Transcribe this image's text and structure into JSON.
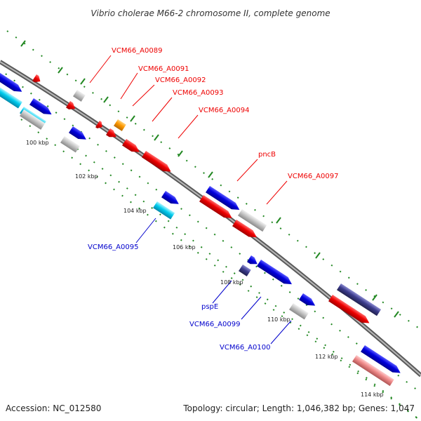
{
  "title": "Vibrio cholerae M66-2 chromosome II, complete genome",
  "footer": {
    "accession": "Accession: NC_012580",
    "stats": "Topology: circular; Length: 1,046,382 bp; Genes: 1,047"
  },
  "ticks": [
    "100 kbp",
    "102 kbp",
    "104 kbp",
    "106 kbp",
    "108 kbp",
    "110 kbp",
    "112 kbp",
    "114 kbp"
  ],
  "labels": {
    "vcm66_a0089": "VCM66_A0089",
    "vcm66_a0091": "VCM66_A0091",
    "vcm66_a0092": "VCM66_A0092",
    "vcm66_a0093": "VCM66_A0093",
    "vcm66_a0094": "VCM66_A0094",
    "pncb": "pncB",
    "vcm66_a0097": "VCM66_A0097",
    "vcm66_a0095": "VCM66_A0095",
    "pspe": "pspE",
    "vcm66_a0099": "VCM66_A0099",
    "vcm66_a0100": "VCM66_A0100"
  },
  "colors": {
    "backbone": "#8c8c8c",
    "forward_gene": "#ee0000",
    "reverse_gene": "#0000dd",
    "rna_cyan": "#00ccee",
    "gray_feature": "#bbbbbb",
    "orange_feature": "#ff9900",
    "dark_blue_feature": "#3b3b8c",
    "pink_feature": "#ee8888",
    "tick_green": "#228822"
  }
}
